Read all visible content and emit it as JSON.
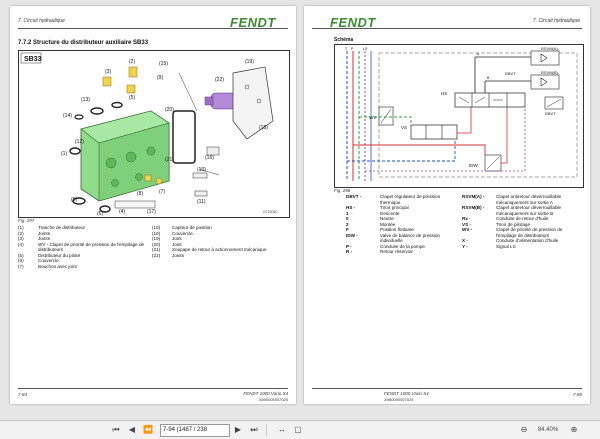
{
  "left_page": {
    "header_section": "7. Circuit hydraulique",
    "logo": "FENDT",
    "section_title": "7.7.2  Structure du distributeur auxiliaire SB33",
    "diagram_tag": "SB33",
    "figure_code": "G722040",
    "figure_caption": "Fig. 297",
    "callouts": [
      "(1)",
      "(2)",
      "(3)",
      "(4)",
      "(5)",
      "(6)",
      "(7)",
      "(8)",
      "(9)",
      "(10)",
      "(11)",
      "(12)",
      "(13)",
      "(14)",
      "(15)",
      "(16)",
      "(17)",
      "(18)",
      "(19)",
      "(20)",
      "(21)",
      "(22)"
    ],
    "legend_left": [
      {
        "key": "(1)",
        "text": "Tranche de distributeur"
      },
      {
        "key": "(2)",
        "text": "Joints"
      },
      {
        "key": "(3)",
        "text": "Joints"
      },
      {
        "key": "(4)",
        "text": "WV - Clapet de priorité de pression de l'empilage de distributeurs"
      },
      {
        "key": "(5)",
        "text": "Distributeur du piloté"
      },
      {
        "key": "(6)",
        "text": "Couvercle."
      },
      {
        "key": "(7)",
        "text": "Bouchon avec joint"
      }
    ],
    "legend_right": [
      {
        "key": "(16)",
        "text": "Capteur de position"
      },
      {
        "key": "(18)",
        "text": "Couvercle."
      },
      {
        "key": "(19)",
        "text": "Joint"
      },
      {
        "key": "(20)",
        "text": "Joint"
      },
      {
        "key": "(21)",
        "text": "Soupape de retour à actionnement mécanique"
      },
      {
        "key": "(22)",
        "text": "Joints"
      }
    ],
    "page_number": "7-84",
    "footer_model": "FENDT 1000 Vario S4",
    "footer_code": "X990005557025"
  },
  "right_page": {
    "logo": "FENDT",
    "header_section": "7. Circuit hydraulique",
    "section_title": "Schéma",
    "schematic_labels": {
      "rsvm_a": "RSVM(A)",
      "rsvm_b": "RSVM(B)",
      "dbvt_top": "DBVT",
      "dbvt_right": "DBVT",
      "hs": "HS",
      "wv": "WV",
      "vs": "VS",
      "idw": "IDW",
      "p": "P",
      "t": "T",
      "a": "A",
      "b": "B",
      "ls": "LS"
    },
    "figure_caption": "Fig. 298",
    "legend_left": [
      {
        "key": "DBVT -",
        "text": "Clapet régulateur de pression thermique"
      },
      {
        "key": "HS -",
        "text": "Tiroir principal"
      },
      {
        "key": "1",
        "text": "Descente"
      },
      {
        "key": "0",
        "text": "Neutre"
      },
      {
        "key": "2",
        "text": "Montée"
      },
      {
        "key": "F",
        "text": "Position flottante"
      },
      {
        "key": "IDW -",
        "text": "Valve de balance de pression individuelle"
      },
      {
        "key": "P -",
        "text": "Conduite de la pompe"
      },
      {
        "key": "R -",
        "text": "Retour réservoir"
      }
    ],
    "legend_right": [
      {
        "key": "RSVM(A) -",
        "text": "Clapet antiretour déverrouillable mécaniquement sur sortie A"
      },
      {
        "key": "RSVM(B) -",
        "text": "Clapet antiretour déverrouillable mécaniquement sur sortie B"
      },
      {
        "key": "Rx -",
        "text": "Conduite de retour d'huile"
      },
      {
        "key": "VS -",
        "text": "Tiroir de pilotage"
      },
      {
        "key": "WV -",
        "text": "Clapet de priorité de pression de l'empilage de distributeurs"
      },
      {
        "key": "X -",
        "text": "Conduite d'alimentation d'huile"
      },
      {
        "key": "Y -",
        "text": "Signal LS"
      }
    ],
    "page_number": "7-85",
    "footer_model": "FENDT 1000 Vario S4",
    "footer_code": "X990005557025"
  },
  "toolbar": {
    "page_input": "7-94 (1487 / 238",
    "zoom": "84.40%",
    "icons": [
      "prev-page-icon",
      "first-page-icon",
      "last-page-icon",
      "next-page-icon",
      "fit-width-icon",
      "fit-page-icon",
      "zoom-out-icon",
      "zoom-in-icon"
    ]
  },
  "colors": {
    "brand_green": "#3b8c2c",
    "pump_line": "#d32f2f",
    "return_line": "#1e4fd8",
    "pilot_line": "#2e9e3a",
    "ls_line": "#8e44ad",
    "part_green": "#8fdc8a"
  }
}
